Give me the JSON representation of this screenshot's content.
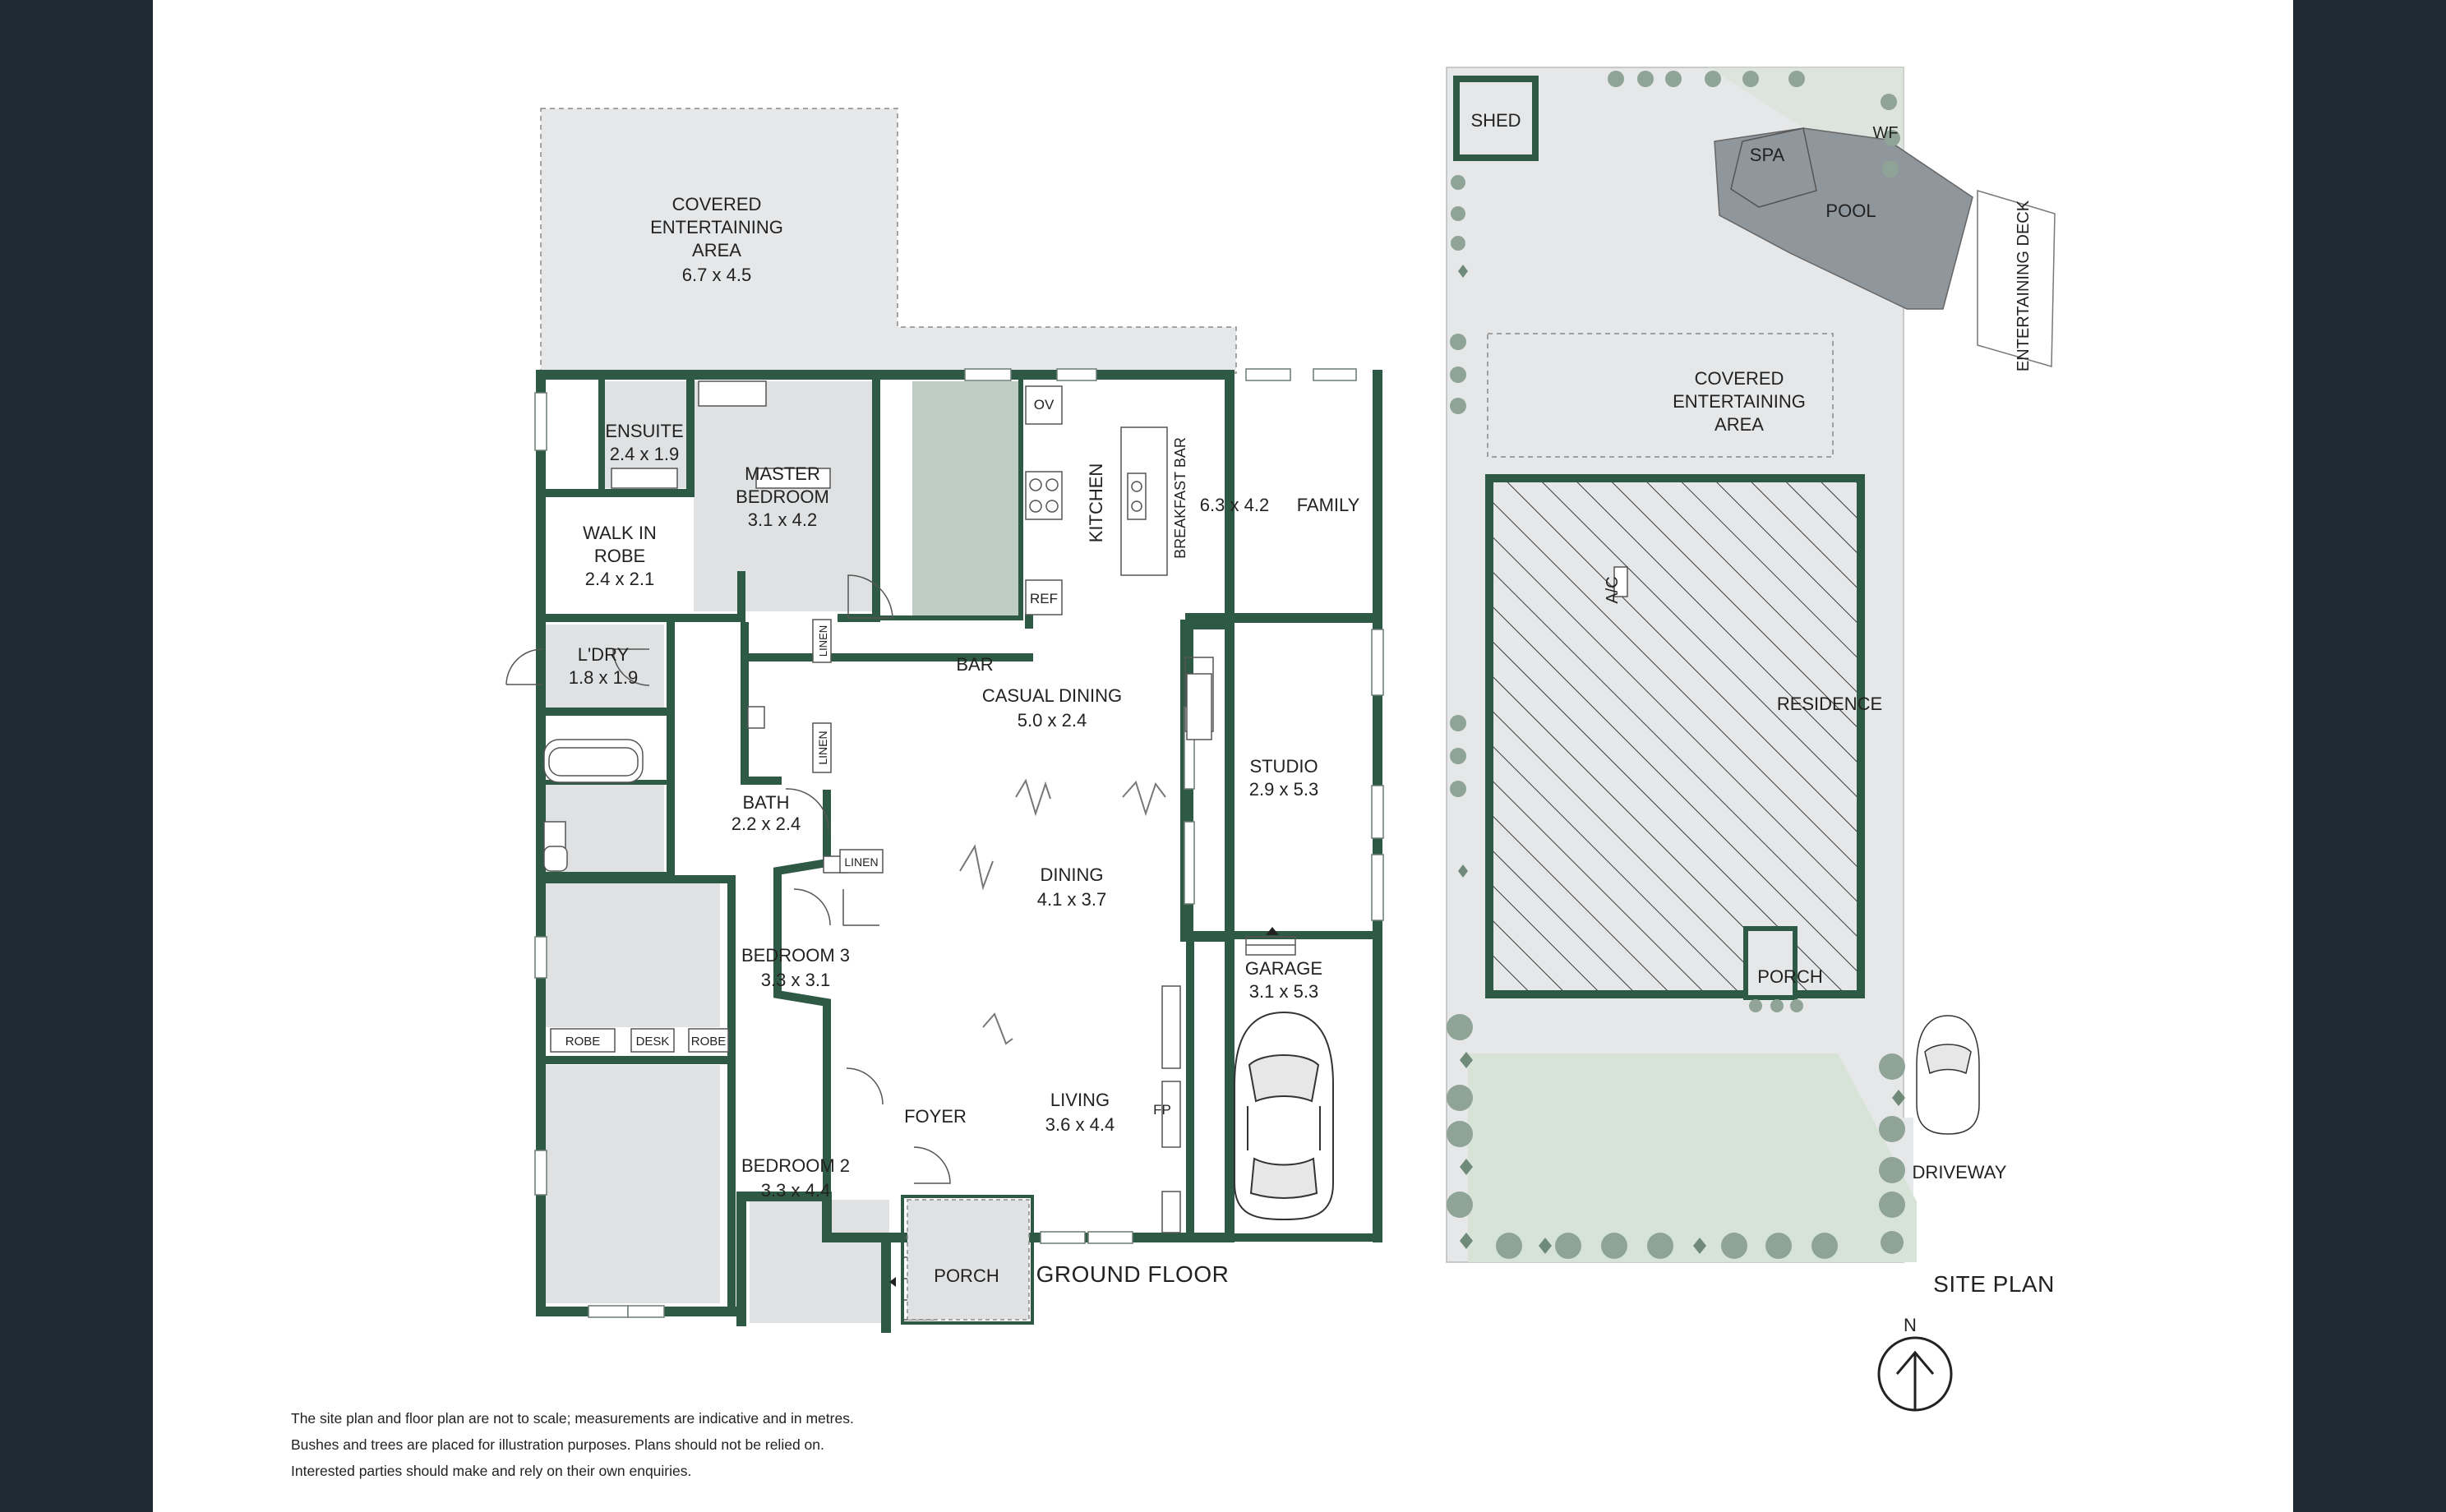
{
  "colors": {
    "wall": "#2e5a45",
    "room_fill": "#dfe1e2",
    "kitchen_fill": "#bfcec4",
    "covered_fill": "#e6e7e8",
    "lawn_fill": "#d7e3d7",
    "pool_fill": "#8f969c",
    "frame": "#1e2b33",
    "text": "#222222"
  },
  "floor_plan": {
    "title": "GROUND FLOOR",
    "rooms": {
      "covered_entertaining": {
        "name_lines": [
          "COVERED",
          "ENTERTAINING",
          "AREA"
        ],
        "dims": "6.7 x 4.5"
      },
      "ensuite": {
        "name": "ENSUITE",
        "dims": "2.4 x 1.9"
      },
      "master_bedroom": {
        "name_lines": [
          "MASTER",
          "BEDROOM"
        ],
        "dims": "3.1 x 4.2"
      },
      "walk_in_robe": {
        "name_lines": [
          "WALK IN",
          "ROBE"
        ],
        "dims": "2.4 x 2.1"
      },
      "kitchen": {
        "name": "KITCHEN"
      },
      "breakfast_bar": {
        "name": "BREAKFAST BAR"
      },
      "family": {
        "name": "FAMILY",
        "dims": "6.3 x 4.2"
      },
      "laundry": {
        "name": "L'DRY",
        "dims": "1.8 x 1.9"
      },
      "bar": {
        "name": "BAR"
      },
      "casual_dining": {
        "name": "CASUAL DINING",
        "dims": "5.0 x 2.4"
      },
      "studio": {
        "name": "STUDIO",
        "dims": "2.9 x 5.3"
      },
      "bath": {
        "name": "BATH",
        "dims": "2.2 x 2.4"
      },
      "dining": {
        "name": "DINING",
        "dims": "4.1 x 3.7"
      },
      "garage": {
        "name": "GARAGE",
        "dims": "3.1 x 5.3"
      },
      "bedroom_3": {
        "name": "BEDROOM 3",
        "dims": "3.3 x 3.1"
      },
      "bedroom_2": {
        "name": "BEDROOM 2",
        "dims": "3.3 x 4.4"
      },
      "foyer": {
        "name": "FOYER"
      },
      "living": {
        "name": "LIVING",
        "dims": "3.6 x 4.4"
      },
      "porch": {
        "name": "PORCH"
      }
    },
    "fixtures": {
      "oven": "OV",
      "fridge": "REF",
      "fireplace": "FP",
      "linen": "LINEN",
      "robe": "ROBE",
      "desk": "DESK"
    }
  },
  "site_plan": {
    "title": "SITE PLAN",
    "labels": {
      "shed": "SHED",
      "spa": "SPA",
      "wf": "WF",
      "pool": "POOL",
      "entertaining_deck": "ENTERTAINING DECK",
      "covered_area_lines": [
        "COVERED",
        "ENTERTAINING",
        "AREA"
      ],
      "ac": "A/C",
      "residence": "RESIDENCE",
      "porch": "PORCH",
      "driveway": "DRIVEWAY"
    },
    "north": "N"
  },
  "disclaimer": [
    "The site plan and floor plan are not to scale; measurements are indicative and in metres.",
    "Bushes and trees are placed for illustration purposes. Plans should not be relied on.",
    "Interested parties should make and rely on their own enquiries."
  ]
}
